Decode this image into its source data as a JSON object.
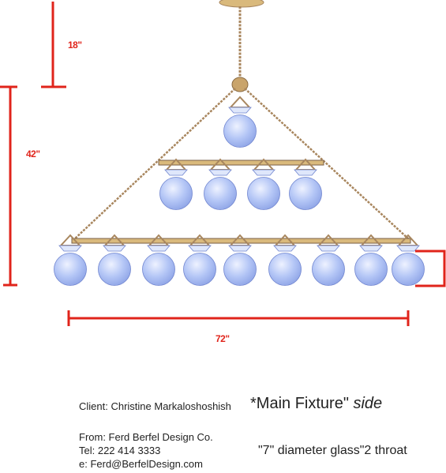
{
  "dimensions": {
    "drop": "18\"",
    "height": "42\"",
    "width": "72\""
  },
  "fixture": {
    "tiers": [
      1,
      4,
      9
    ],
    "globe_fill": "#a8bcf2",
    "globe_edge": "#6f84cf",
    "rail_color": "#d9b97c",
    "chain_color": "#a8865e",
    "dimension_color": "#e0241b"
  },
  "client": "Client: Christine Markaloshoshish",
  "title": {
    "main": "*Main Fixture\"",
    "side": "side"
  },
  "designer": {
    "line1": "From: Ferd Berfel Design Co.",
    "line2": "Tel: 222 414 3333",
    "line3": "e: Ferd@BerfelDesign.com"
  },
  "spec": "\"7\" diameter glass\"2 throat"
}
